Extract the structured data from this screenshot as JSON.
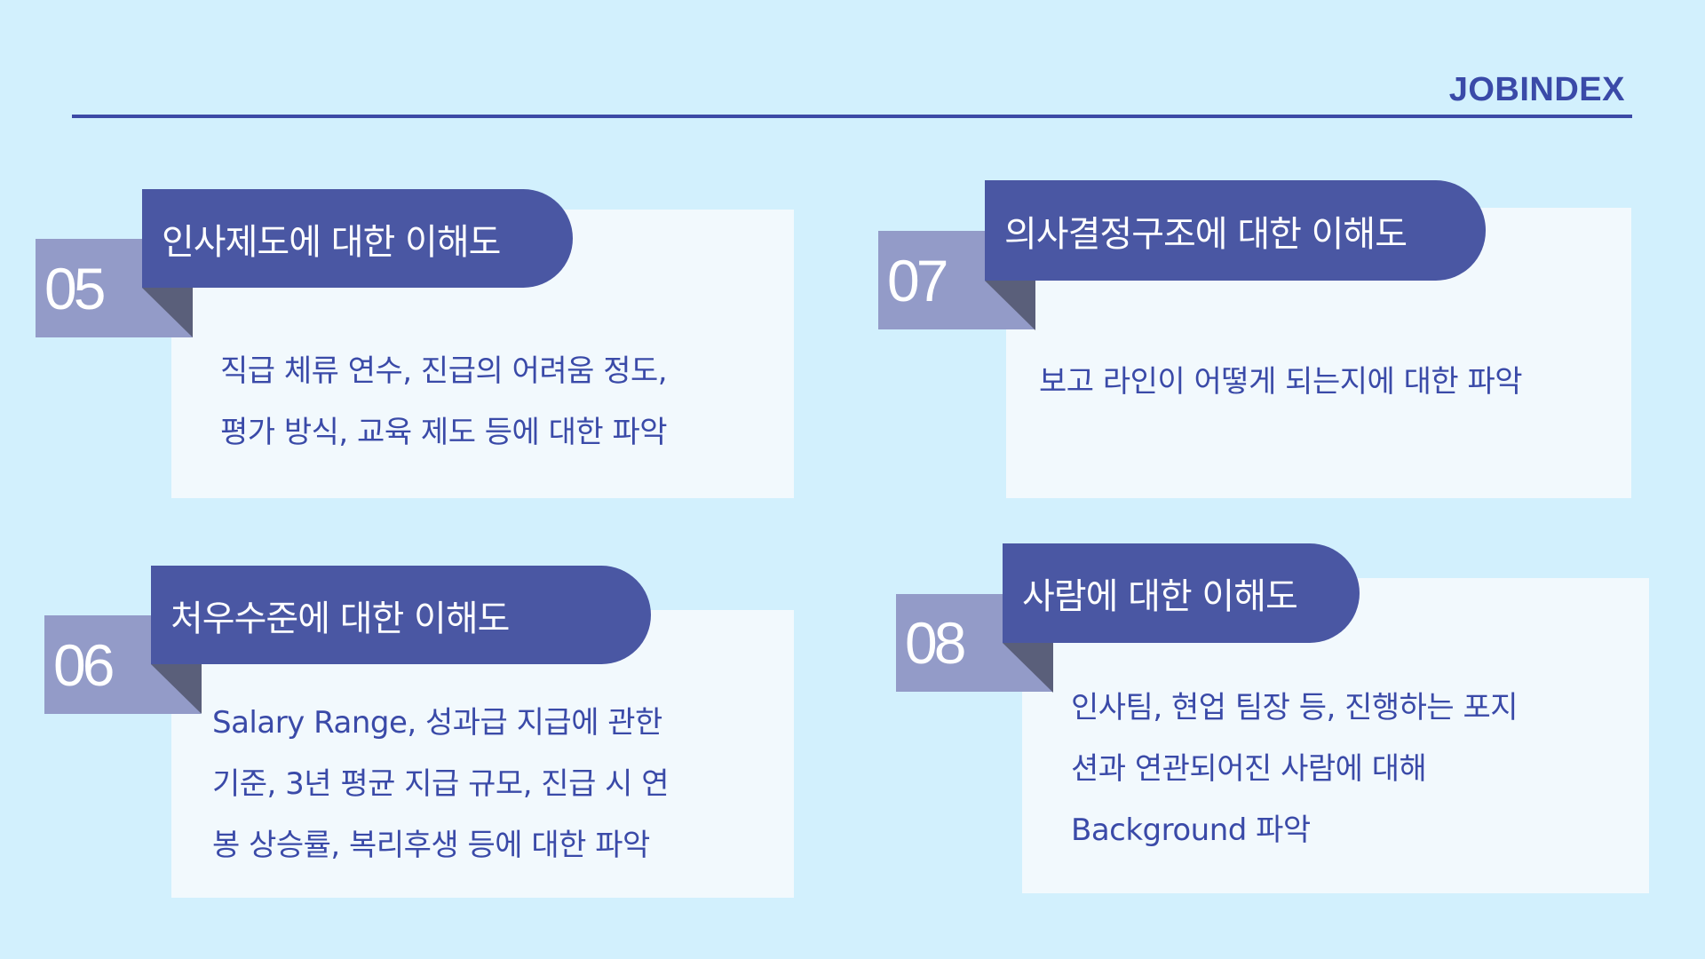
{
  "brand": "JOBINDEX",
  "cards": [
    {
      "number": "05",
      "title": "인사제도에 대한 이해도",
      "lines": [
        "직급 체류 연수, 진급의 어려움 정도,",
        "평가 방식, 교육 제도 등에 대한 파악"
      ]
    },
    {
      "number": "06",
      "title": "처우수준에 대한 이해도",
      "lines": [
        "Salary Range, 성과급 지급에 관한",
        "기준, 3년 평균 지급 규모, 진급 시 연",
        "봉 상승률, 복리후생 등에 대한 파악"
      ]
    },
    {
      "number": "07",
      "title": "의사결정구조에 대한 이해도",
      "lines": [
        "보고 라인이 어떻게 되는지에 대한 파악"
      ]
    },
    {
      "number": "08",
      "title": "사람에 대한 이해도",
      "lines": [
        "인사팀, 현업 팀장 등, 진행하는 포지",
        "션과 연관되어진 사람에 대해",
        "Background 파악"
      ]
    }
  ]
}
